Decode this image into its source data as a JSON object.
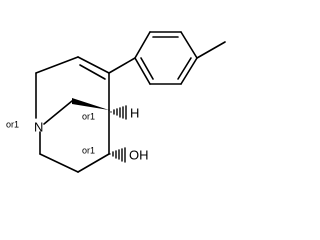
{
  "atoms": {
    "nitrogen": "N",
    "hydrogen": "H",
    "hydroxyl": "OH"
  },
  "stereo_labels": {
    "nitrogen_side": "or1",
    "bridge_top": "or1",
    "bridge_bottom": "or1"
  }
}
